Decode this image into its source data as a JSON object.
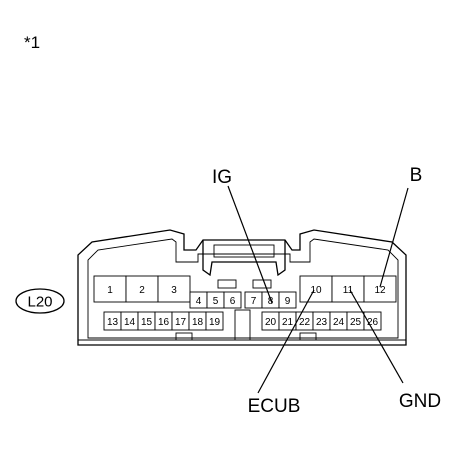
{
  "note": "*1",
  "connector": {
    "id": "L20",
    "pins_row1": [
      "1",
      "2",
      "3",
      "10",
      "11",
      "12"
    ],
    "pins_row2": [
      "4",
      "5",
      "6",
      "7",
      "8",
      "9"
    ],
    "pins_row3": [
      "13",
      "14",
      "15",
      "16",
      "17",
      "18",
      "19",
      "20",
      "21",
      "22",
      "23",
      "24",
      "25",
      "26"
    ]
  },
  "terminals": {
    "ig": "IG",
    "b": "B",
    "ecub": "ECUB",
    "gnd": "GND"
  }
}
